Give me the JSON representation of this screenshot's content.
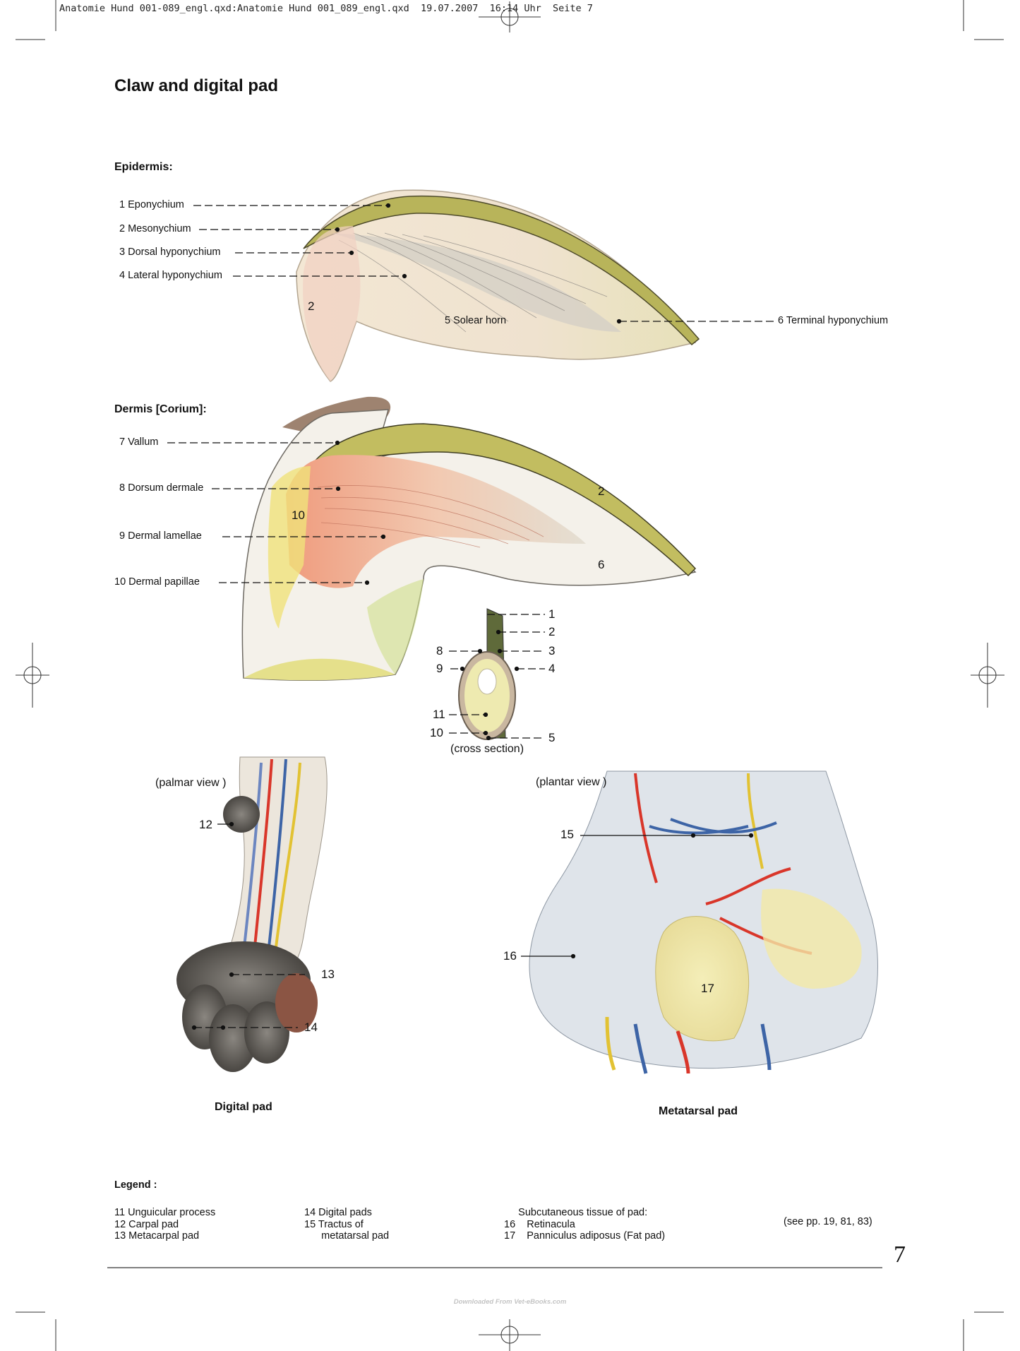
{
  "header": {
    "slug": "Anatomie Hund 001-089_engl.qxd:Anatomie Hund 001_089_engl.qxd  19.07.2007  16:14 Uhr  Seite 7"
  },
  "page_title": "Claw and digital pad",
  "epidermis": {
    "heading": "Epidermis:",
    "labels": [
      "1  Eponychium",
      "2  Mesonychium",
      "3  Dorsal hyponychium",
      "4  Lateral hyponychium",
      "5  Solear horn",
      "6  Terminal hyponychium"
    ],
    "inner_numbers": [
      "2"
    ]
  },
  "dermis": {
    "heading": "Dermis [Corium]:",
    "labels": [
      "7  Vallum",
      "8  Dorsum dermale",
      "9  Dermal lamellae",
      "10  Dermal papillae"
    ],
    "inner_numbers": [
      "10",
      "2",
      "6"
    ]
  },
  "cross_section": {
    "left_numbers": [
      "8",
      "9",
      "11",
      "10"
    ],
    "right_numbers": [
      "1",
      "2",
      "3",
      "4",
      "5"
    ],
    "caption": "(cross section)"
  },
  "digital_pad": {
    "view": "(palmar view )",
    "numbers": [
      "12",
      "13",
      "14"
    ],
    "caption": "Digital pad"
  },
  "metatarsal_pad": {
    "view": "(plantar view )",
    "numbers": [
      "15",
      "16",
      "17"
    ],
    "caption": "Metatarsal pad"
  },
  "legend": {
    "heading": "Legend :",
    "col1": [
      "11  Unguicular process",
      "12  Carpal pad",
      "13  Metacarpal pad"
    ],
    "col2": [
      "14  Digital pads",
      "15  Tractus of",
      "      metatarsal pad"
    ],
    "col3": [
      "     Subcutaneous tissue of pad:",
      "16    Retinacula",
      "17    Panniculus adiposus (Fat pad)"
    ],
    "ref": "(see pp. 19, 81, 83)"
  },
  "page_number": "7",
  "footer": "Downloaded From Vet-eBooks.com"
}
